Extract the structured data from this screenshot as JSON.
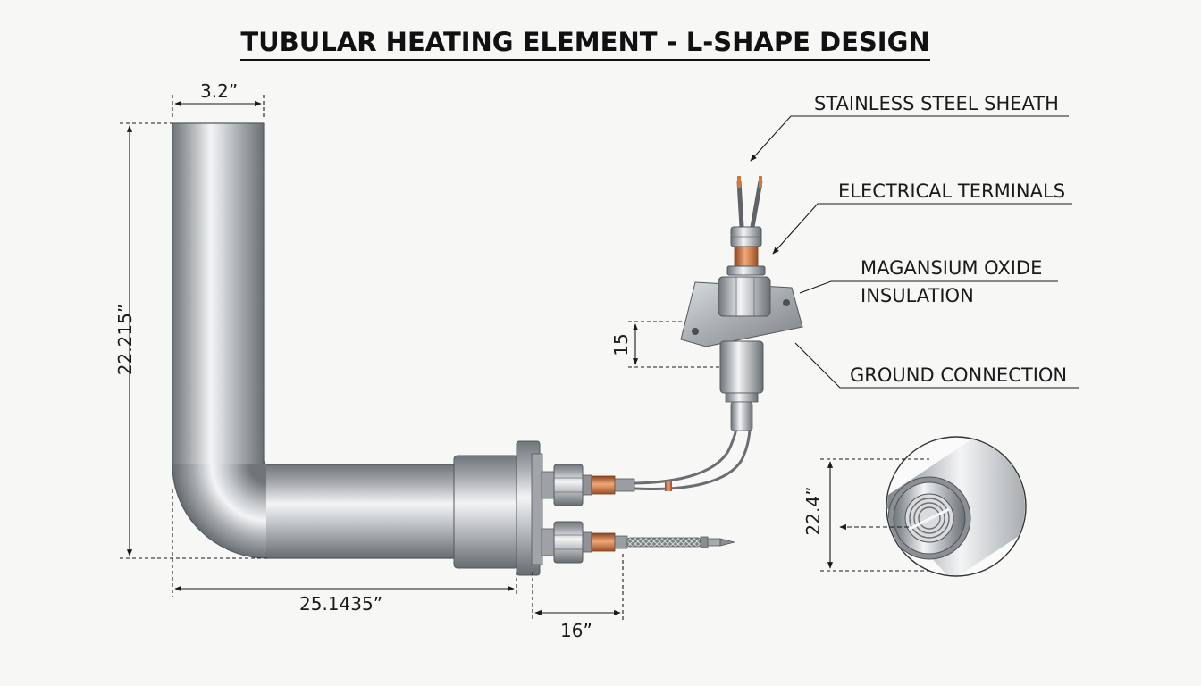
{
  "title": "TUBULAR HEATING ELEMENT - L-SHAPE DESIGN",
  "callouts": {
    "sheath": "STAINLESS STEEL SHEATH",
    "terminals": "ELECTRICAL TERMINALS",
    "insulation_line1": "MAGANSIUM OXIDE",
    "insulation_line2": "INSULATION",
    "ground": "GROUND CONNECTION"
  },
  "dimensions": {
    "tube_width": "3.2”",
    "tube_height": "22.215”",
    "tube_length": "25.1435”",
    "terminal_length": "16”",
    "flange_height": "15",
    "section_diameter": "22.4”"
  },
  "colors": {
    "steel_dark": "#6f7479",
    "steel_light": "#f4f5f6",
    "copper": "#c46a35",
    "line": "#1a1a1a"
  }
}
